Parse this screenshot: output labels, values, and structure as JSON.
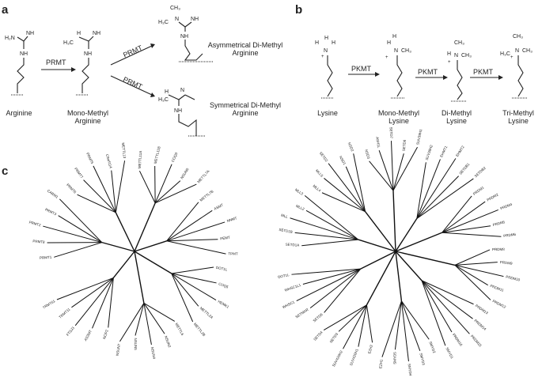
{
  "panel_a": {
    "letter": "a",
    "enzyme": "PRMT",
    "compounds": {
      "arginine": "Arginine",
      "mono_methyl": "Mono-Methyl\nArginine",
      "asym": "Asymmetrical Di-Methyl\nArginine",
      "sym": "Symmetrical Di-Methyl\nArginine"
    }
  },
  "panel_b": {
    "letter": "b",
    "enzyme": "PKMT",
    "compounds": {
      "lysine": "Lysine",
      "mono": "Mono-Methyl\nLysine",
      "di": "Di-Methyl\nLysine",
      "tri": "Tri-Methyl\nLysine"
    }
  },
  "panel_c": {
    "letter": "c",
    "tree_left_leaves": [
      "PRMT1",
      "PRMT8",
      "PRMT2",
      "PRMT3",
      "CARM1",
      "PRMT6",
      "PRMT7",
      "PRMT5",
      "C9orf114",
      "METTL13",
      "METTL11A",
      "METTL11B",
      "COQ3",
      "NSUN6",
      "METTL7A",
      "METTL7B",
      "ASMT",
      "NNMT",
      "PEMT",
      "TPMT",
      "DOT1L",
      "COQ5",
      "HEMK1",
      "METTL2A",
      "METTL2B",
      "METTL6",
      "NSUN2",
      "NSUN4",
      "NSUN5",
      "NSUN7",
      "NOP2",
      "AS3MT",
      "FTSJ3",
      "TRMT11",
      "TRMT61"
    ],
    "tree_right_leaves": [
      "SETD1A",
      "SETD1B",
      "MLL",
      "MLL2",
      "MLL3",
      "MLL4",
      "MLL5",
      "SETD2",
      "NSD1",
      "NSD2",
      "NSD3",
      "ASH1L",
      "SETD7",
      "SETD8",
      "SUV39H1",
      "SUV39H2",
      "EHMT1",
      "EHMT2",
      "SETDB1",
      "SETDB2",
      "PRDM1",
      "PRDM2",
      "PRDM4",
      "PRDM5",
      "PRDM6",
      "PRDM8",
      "PRDM9",
      "PRDM10",
      "PRDM11",
      "PRDM12",
      "PRDM13",
      "PRDM14",
      "PRDM15",
      "PRDM16",
      "SMYD1",
      "SMYD2",
      "SMYD3",
      "SMYD4",
      "SMYD5",
      "EZH1",
      "EZH2",
      "SUV420H1",
      "SUV420H2",
      "SETD3",
      "SETD4",
      "SETD6",
      "SETMAR",
      "WHSC1",
      "WHSC1L1",
      "DOT1L"
    ]
  }
}
